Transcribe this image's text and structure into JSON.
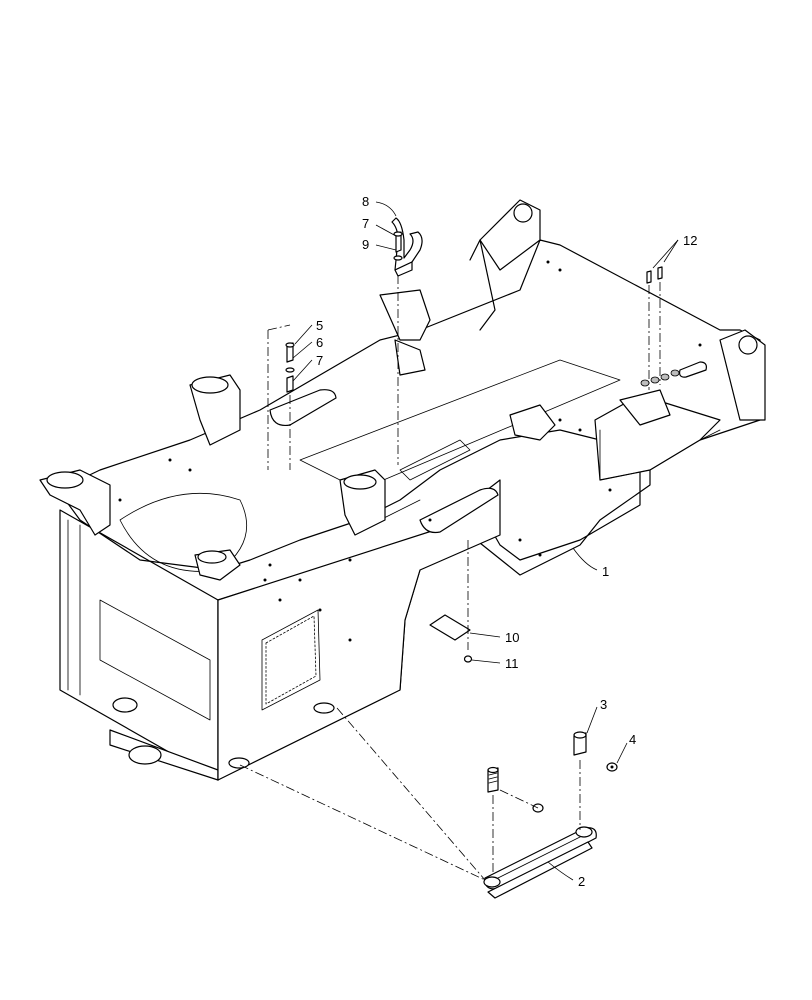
{
  "diagram": {
    "callouts": [
      {
        "id": "c1",
        "label": "1"
      },
      {
        "id": "c2",
        "label": "2"
      },
      {
        "id": "c3",
        "label": "3"
      },
      {
        "id": "c4",
        "label": "4"
      },
      {
        "id": "c5",
        "label": "5"
      },
      {
        "id": "c6",
        "label": "6"
      },
      {
        "id": "c7a",
        "label": "7"
      },
      {
        "id": "c7b",
        "label": "7"
      },
      {
        "id": "c8",
        "label": "8"
      },
      {
        "id": "c9",
        "label": "9"
      },
      {
        "id": "c10",
        "label": "10"
      },
      {
        "id": "c11",
        "label": "11"
      },
      {
        "id": "c12",
        "label": "12"
      }
    ],
    "colors": {
      "line": "#000000",
      "background": "#ffffff",
      "shade": "#bdbdbd"
    }
  }
}
